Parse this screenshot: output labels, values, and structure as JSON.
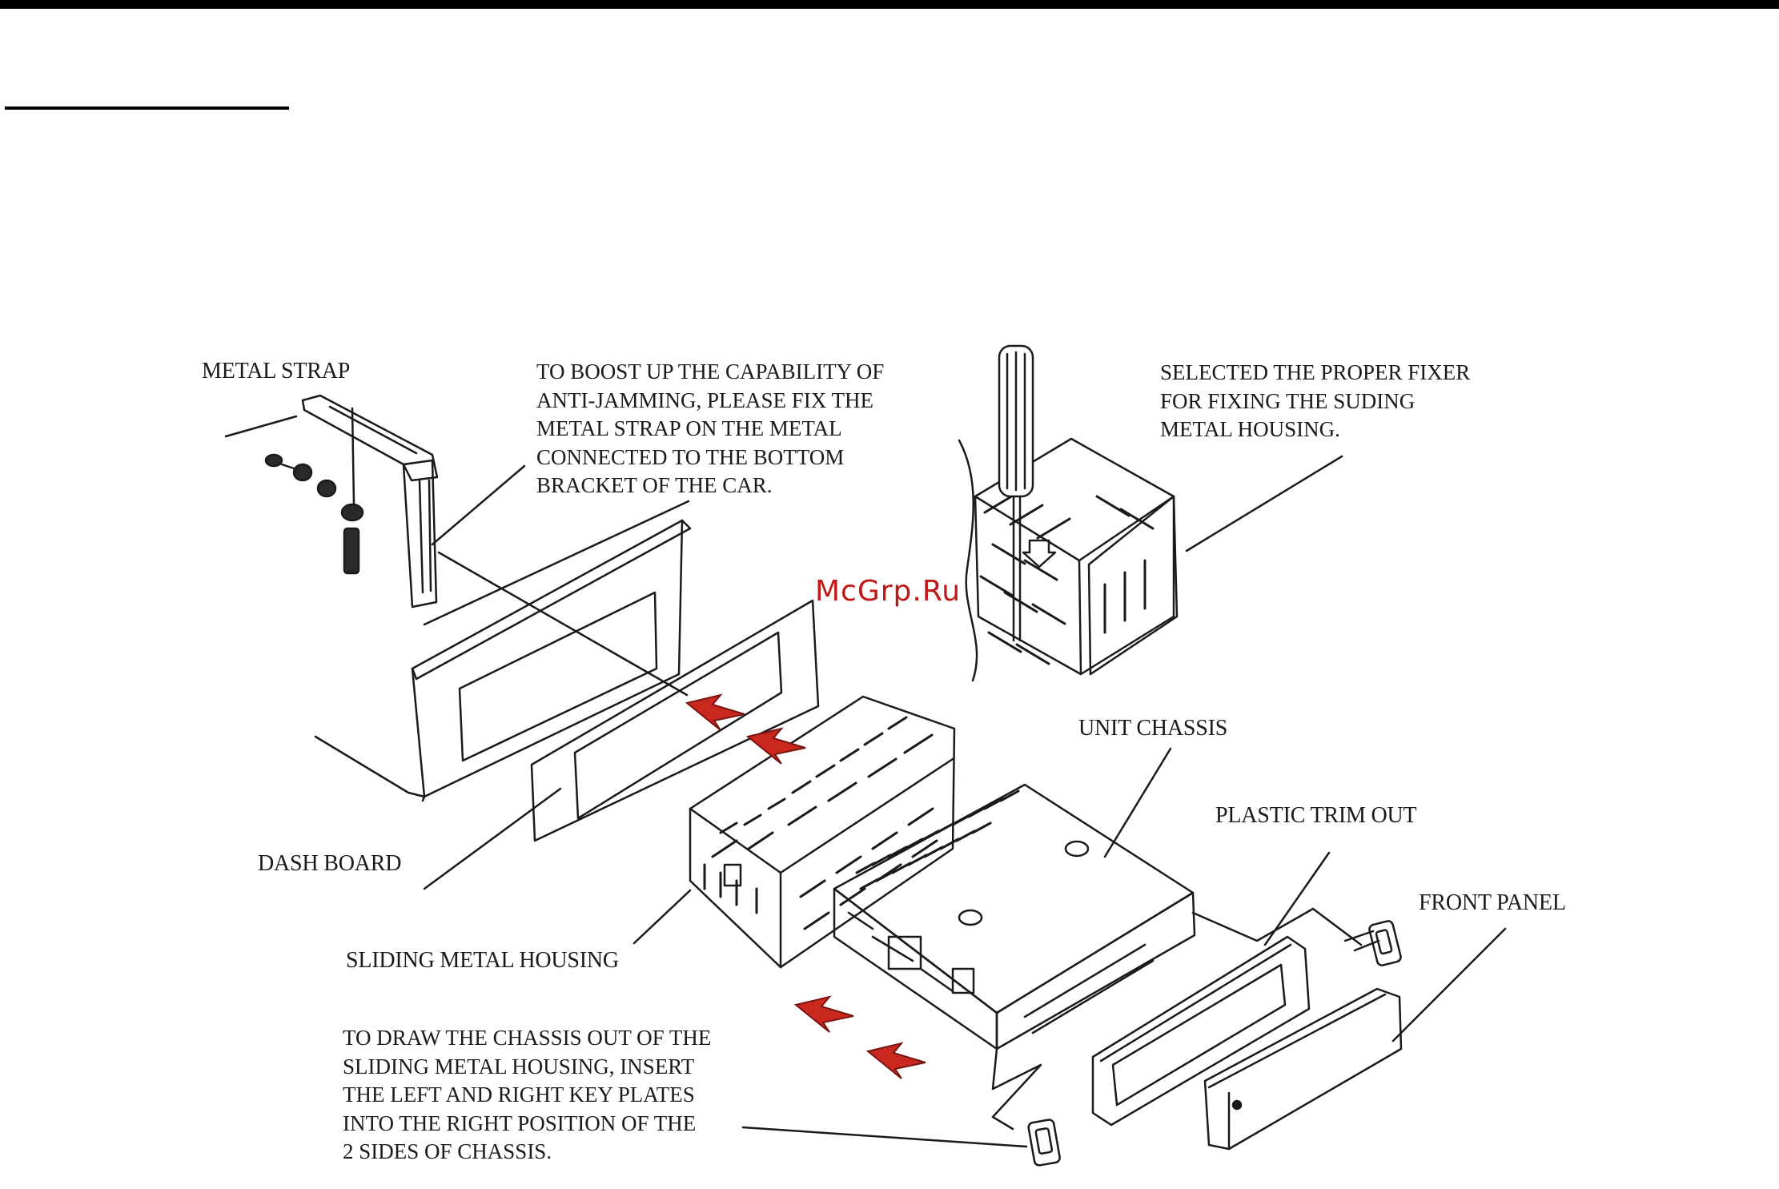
{
  "labels": {
    "metal_strap": "METAL STRAP",
    "dash_board": "DASH BOARD",
    "sliding_metal_housing": "SLIDING METAL HOUSING",
    "unit_chassis": "UNIT CHASSIS",
    "plastic_trim_out": "PLASTIC TRIM OUT",
    "front_panel": "FRONT PANEL"
  },
  "notes": {
    "anti_jamming": [
      "TO BOOST UP THE CAPABILITY OF",
      "ANTI-JAMMING, PLEASE FIX THE",
      "METAL STRAP ON THE METAL",
      "CONNECTED TO THE BOTTOM",
      "BRACKET OF THE CAR."
    ],
    "fixer": [
      "SELECTED THE PROPER FIXER",
      "FOR FIXING THE SUDING",
      "METAL HOUSING."
    ],
    "draw_chassis": [
      "TO DRAW THE CHASSIS OUT OF THE",
      "SLIDING METAL HOUSING, INSERT",
      "THE LEFT AND RIGHT KEY PLATES",
      "INTO THE RIGHT POSITION OF THE",
      "2 SIDES OF CHASSIS."
    ]
  },
  "watermark": "McGrp.Ru",
  "colors": {
    "line": "#1a1a1a",
    "arrow": "#c8281e",
    "watermark": "#c01818"
  }
}
